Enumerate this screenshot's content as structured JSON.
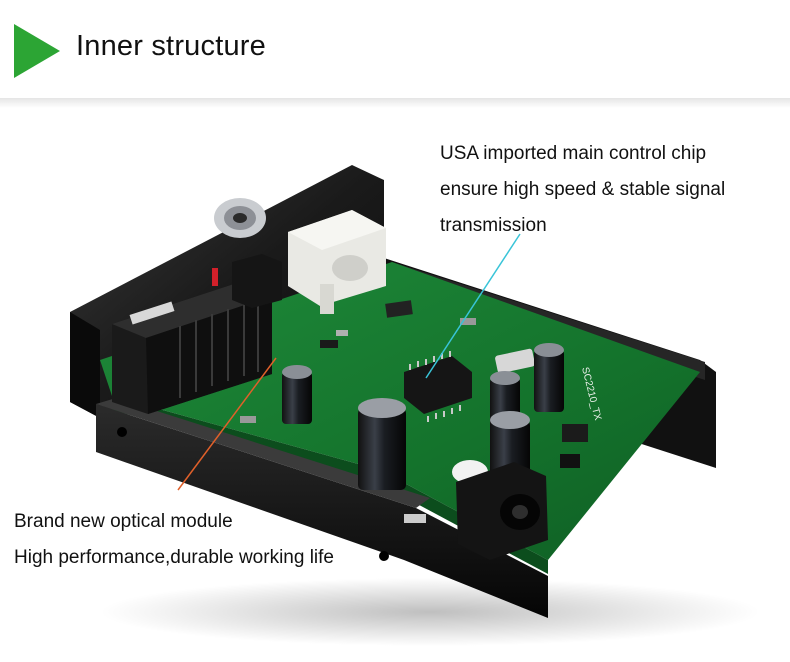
{
  "header": {
    "title": "Inner structure",
    "accent_color": "#2ca534"
  },
  "callouts": {
    "chip": {
      "lines": [
        "USA imported main control chip",
        "ensure high speed & stable signal",
        "transmission"
      ],
      "line_color": "#39c4d8"
    },
    "optical": {
      "lines": [
        "Brand new optical module",
        "High performance,durable working life"
      ],
      "line_color": "#e0602a"
    }
  },
  "photo": {
    "board_silkscreen": "SC2210_TX",
    "description_icon": "pcb-board-photo"
  }
}
